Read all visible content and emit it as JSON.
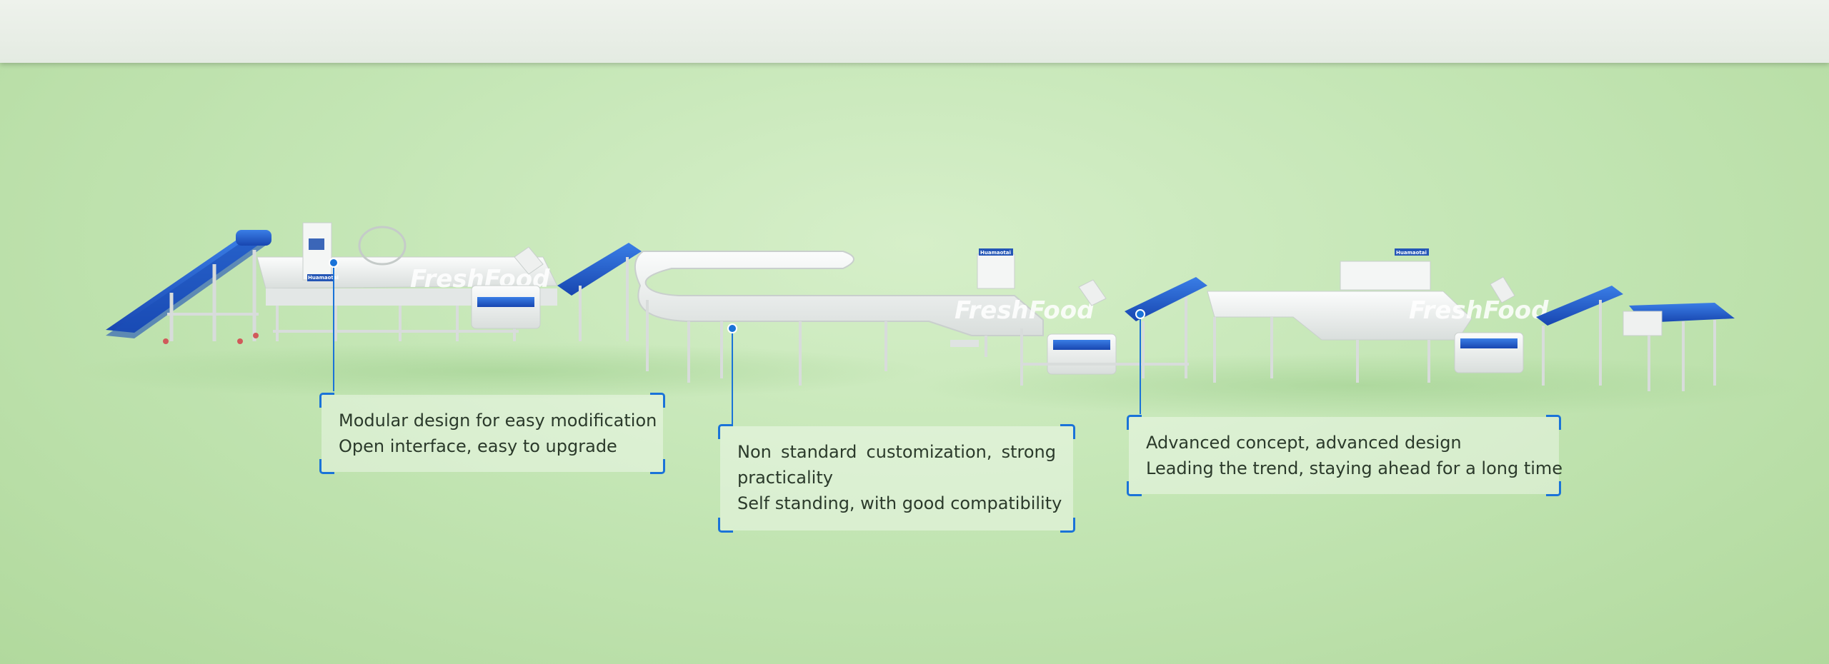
{
  "colors": {
    "accent_blue": "#1a73d8",
    "belt_blue": "#1f5fcf",
    "machine_white": "#f2f4f3",
    "floor_green": "#c4e6b5",
    "top_band": "#e9eee7"
  },
  "machines": {
    "watermark": "FreshFood",
    "brand_plate": "Huamaotai"
  },
  "callouts": [
    {
      "lines": [
        "Modular design for easy modification",
        "Open interface, easy to upgrade"
      ]
    },
    {
      "lines": [
        "Non standard customization, strong",
        "practicality",
        "Self standing, with good compatibility"
      ]
    },
    {
      "lines": [
        "Advanced concept, advanced design",
        "Leading the trend, staying ahead for a long time"
      ]
    }
  ]
}
